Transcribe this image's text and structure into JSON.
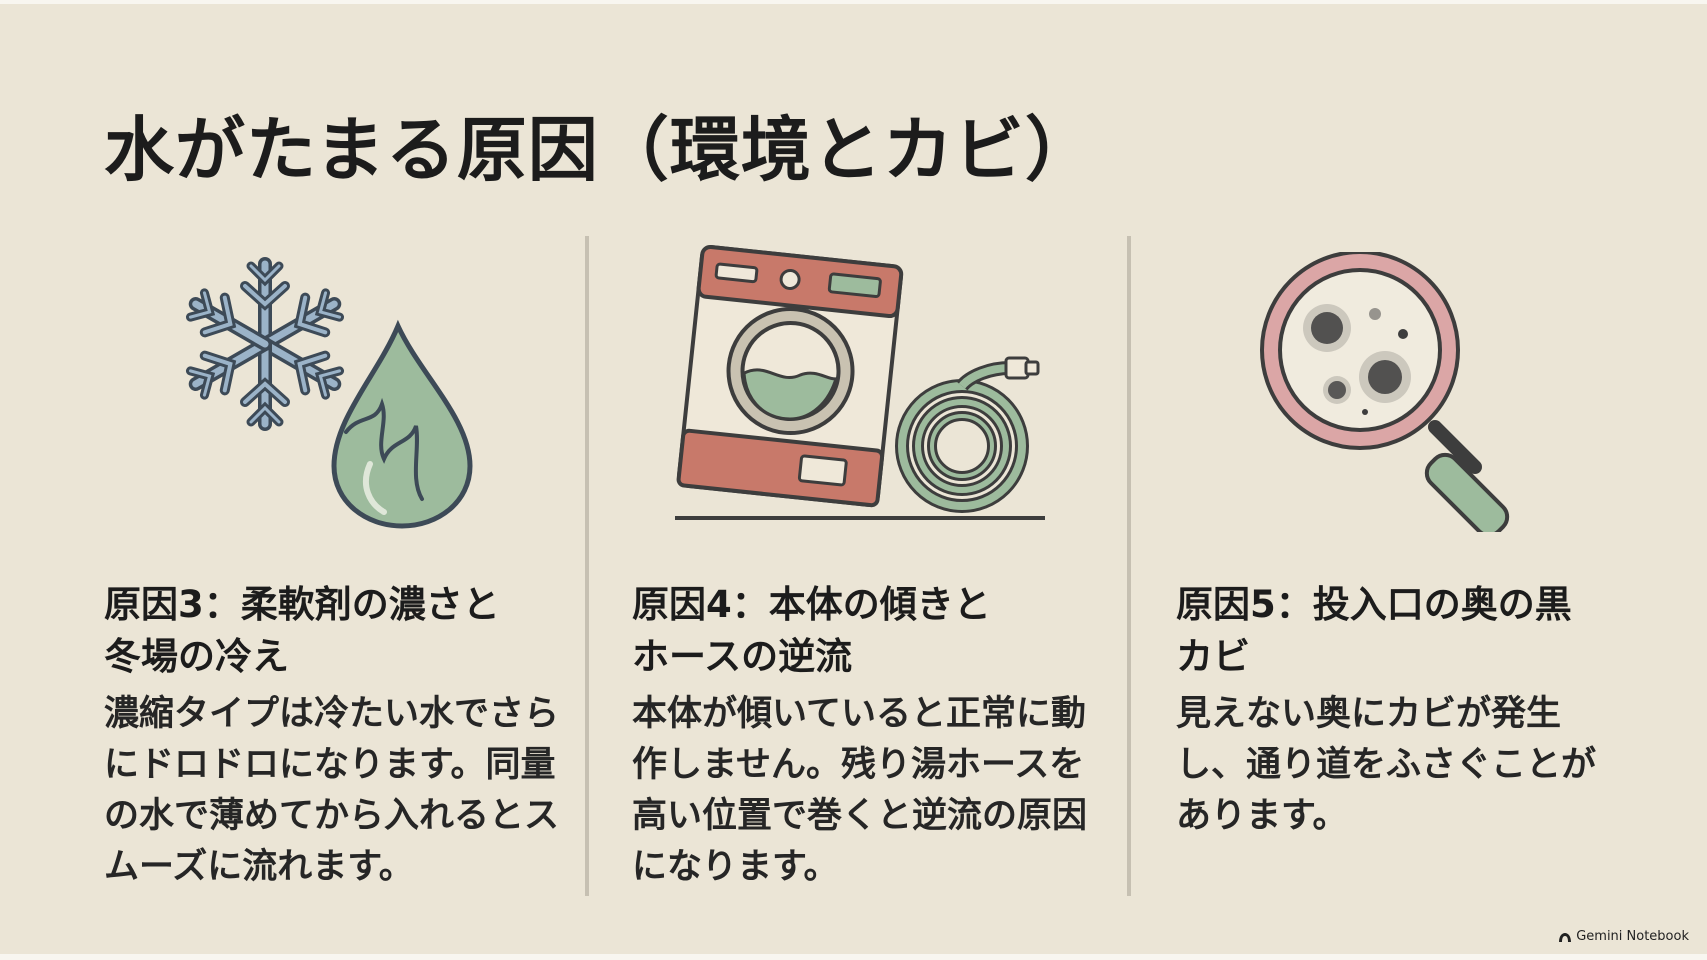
{
  "title": "水がたまる原因（環境とカビ）",
  "columns": [
    {
      "heading": "原因3：柔軟剤の濃さと冬場の冷え",
      "body": "濃縮タイプは冷たい水でさらにドロドロになります。同量の水で薄めてから入れるとスムーズに流れます。",
      "icon": "snowflake-water-drop-icon"
    },
    {
      "heading": "原因4：本体の傾きとホースの逆流",
      "body": "本体が傾いていると正常に動作しません。残り湯ホースを高い位置で巻くと逆流の原因になります。",
      "icon": "washing-machine-hose-icon"
    },
    {
      "heading": "原因5：投入口の奥の黒カビ",
      "body": "見えない奥にカビが発生し、通り道をふさぐことがあります。",
      "icon": "magnifier-mold-icon"
    }
  ],
  "footer": {
    "brand": "Gemini Notebook"
  },
  "colors": {
    "background": "#ebe5d6",
    "accent_green": "#9dbb9d",
    "accent_red": "#c8796a",
    "accent_blue": "#9bb3c8"
  }
}
